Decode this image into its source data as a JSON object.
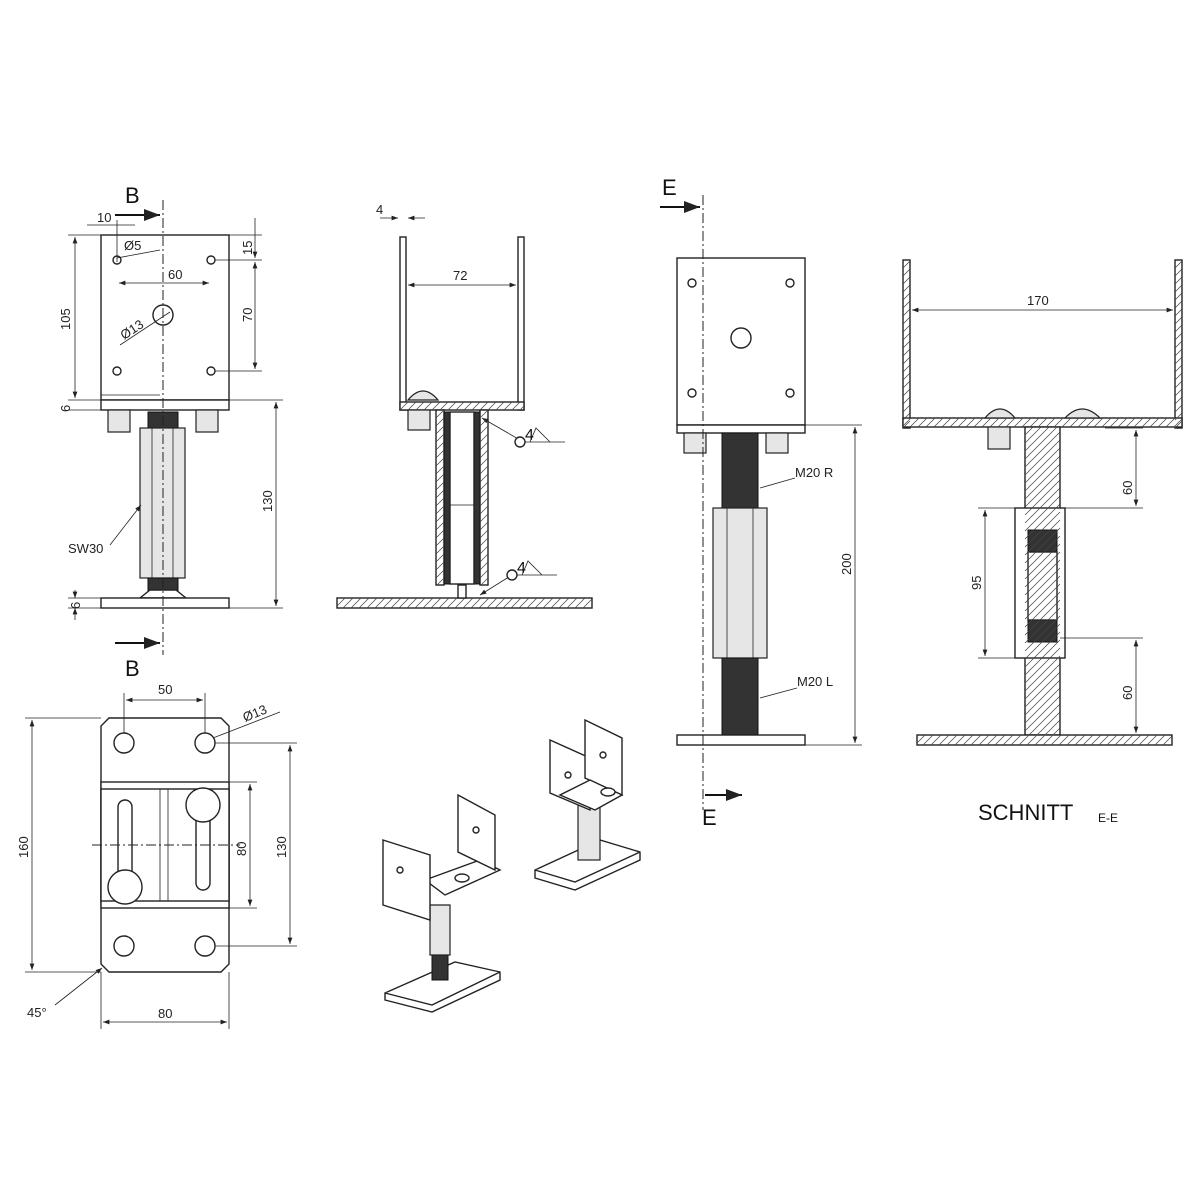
{
  "section_markers": {
    "b_top": "B",
    "b_bottom": "B",
    "e_top": "E",
    "e_bottom": "E"
  },
  "front_view": {
    "dim_10": "10",
    "dim_d5": "Ø5",
    "dim_60": "60",
    "dim_15": "15",
    "dim_70": "70",
    "dim_105": "105",
    "dim_d13": "Ø13",
    "dim_6_top": "6",
    "dim_6_bottom": "6",
    "dim_130": "130",
    "wrench_size": "SW30"
  },
  "side_section": {
    "dim_4": "4",
    "dim_72": "72",
    "weld_top": "4",
    "weld_bottom": "4"
  },
  "right_front_view": {
    "dim_200": "200",
    "thread_upper": "M20 R",
    "thread_lower": "M20 L"
  },
  "section_ee": {
    "dim_170": "170",
    "dim_60_top": "60",
    "dim_95": "95",
    "dim_60_bottom": "60",
    "title": "SCHNITT",
    "title_suffix": "E-E"
  },
  "plan_view": {
    "dim_50": "50",
    "dim_d13": "Ø13",
    "dim_160": "160",
    "dim_130": "130",
    "dim_80_inner": "80",
    "dim_80_width": "80",
    "dim_45deg": "45°"
  }
}
